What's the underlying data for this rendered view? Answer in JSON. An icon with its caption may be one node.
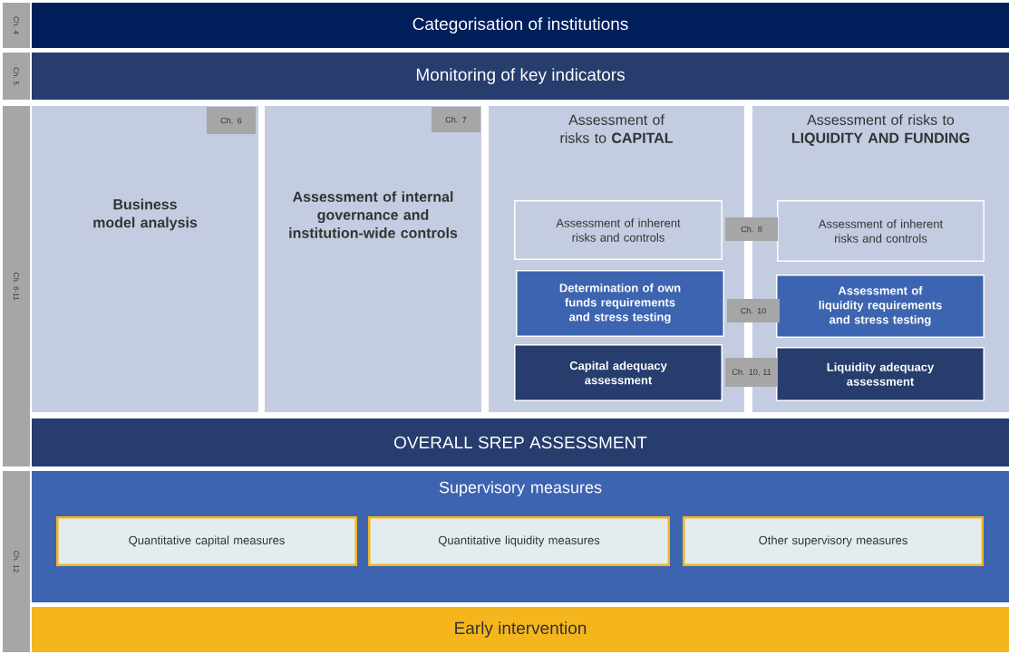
{
  "diagram": {
    "nodes": [
      {
        "text": [
          "Ch. 4"
        ]
      },
      {
        "text": [
          "Categorisation of institutions"
        ]
      },
      {
        "text": [
          "Ch. 5"
        ]
      },
      {
        "text": [
          "Monitoring of key indicators"
        ]
      },
      {
        "text": [
          "Ch. 6-11"
        ]
      },
      {
        "text": [
          "Business model analysis"
        ]
      },
      {
        "text": [
          "Ch. 6"
        ],
        "in": 5
      },
      {
        "text": [
          "Assessment of **internal governance and institution-wide controls**"
        ]
      },
      {
        "text": [
          "Ch. 7"
        ],
        "in": 7
      },
      {
        "text": [
          "Assessment of risks to **CAPITAL**"
        ]
      },
      {
        "text": [
          "Assessment of inherent risks and controls"
        ],
        "in": 9
      },
      {
        "text": [
          "Determination of own funds requirements and stress testing"
        ],
        "in": 9
      },
      {
        "text": [
          "Capital adequacy assessment"
        ],
        "in": 9
      },
      {
        "text": [
          "Assessment of risks to **LIQUIDITY AND FUNDING**"
        ]
      },
      {
        "text": [
          "Assessment of inherent risks and controls"
        ],
        "in": 13
      },
      {
        "text": [
          "Assessment of liquidity requirements and stress testing"
        ],
        "in": 13
      },
      {
        "text": [
          "Liquidity adequacy assessment"
        ],
        "in": 13
      },
      {
        "text": [
          "Ch. 8"
        ]
      },
      {
        "text": [
          "Ch. 10"
        ]
      },
      {
        "text": [
          "Ch. 10, 11"
        ]
      },
      {
        "text": [
          "OVERALL SREP ASSESSMENT"
        ]
      },
      {
        "text": [
          "Ch. 12"
        ]
      },
      {
        "text": [
          "Supervisory measures"
        ]
      },
      {
        "text": [
          "Quantitative capital measures"
        ],
        "in": 22
      },
      {
        "text": [
          "Quantitative liquidity measures"
        ],
        "in": 22
      },
      {
        "text": [
          "Other supervisory measures"
        ],
        "in": 22
      },
      {
        "text": [
          "Early intervention"
        ]
      }
    ]
  }
}
